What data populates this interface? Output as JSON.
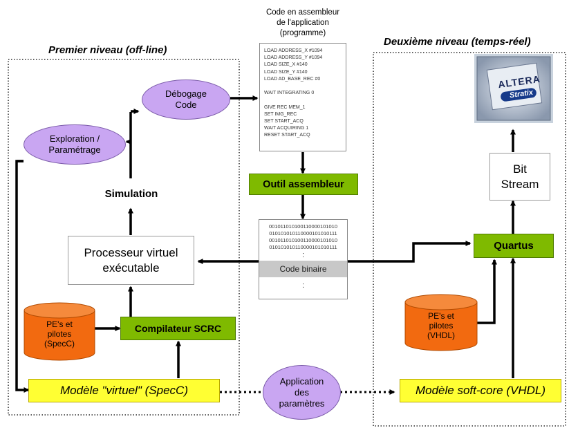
{
  "sections": {
    "offline_title": "Premier niveau (off-line)",
    "realtime_title": "Deuxième niveau (temps-réel)"
  },
  "nodes": {
    "debogage": "Débogage\nCode",
    "exploration": "Exploration /\nParamétrage",
    "simulation": "Simulation",
    "processeur": "Processeur virtuel\nexécutable",
    "compilateur": "Compilateur SCRC",
    "pe_specc": "PE's et\npilotes\n(SpecC)",
    "modele_virtuel": "Modèle \"virtuel\"  (SpecC)",
    "application_parametres": "Application\ndes\nparamètres",
    "modele_softcore": "Modèle soft-core (VHDL)",
    "pe_vhdl": "PE's et\npilotes\n(VHDL)",
    "quartus": "Quartus",
    "bitstream": "Bit\nStream",
    "outil_assembleur": "Outil assembleur",
    "code_title": "Code en assembleur\nde l'application\n(programme)",
    "code_binaire": "Code binaire",
    "altera_logo": "ALTERA",
    "stratix_logo": "Stratix"
  },
  "assembly_code": [
    "LOAD ADDRESS_X #1094",
    "LOAD ADDRESS_Y #1094",
    "LOAD SIZE_X #140",
    "LOAD SIZE_Y #140",
    "LOAD AD_BASE_REC #0",
    "",
    "WAIT INTEGRATING 0",
    "",
    "GIVE REC MEM_1",
    "SET IMG_REC",
    "SET START_ACQ",
    "WAIT ACQUIRING 1",
    "RESET START_ACQ"
  ],
  "binary_code": [
    "001011010100110000101010",
    "010101010110000101010111",
    "001011010100110000101010",
    "010101010110000101010111"
  ],
  "binary_dots": ":",
  "colors": {
    "ellipse": "#c9a6f2",
    "green_box": "#7fba00",
    "yellow_box": "#ffff33",
    "cylinder": "#f26a10"
  }
}
